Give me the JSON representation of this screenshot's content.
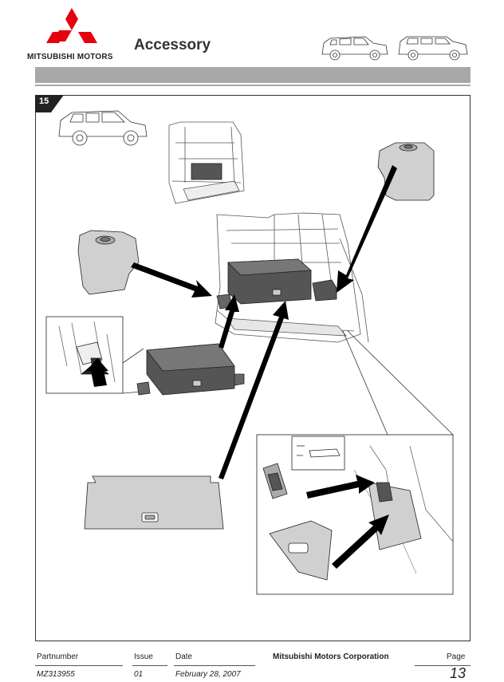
{
  "header": {
    "brand": "MITSUBISHI MOTORS",
    "title": "Accessory"
  },
  "step": {
    "number": "15"
  },
  "footer": {
    "partnumber_label": "Partnumber",
    "partnumber_value": "MZ313955",
    "issue_label": "Issue",
    "issue_value": "01",
    "date_label": "Date",
    "date_value": "February 28, 2007",
    "company": "Mitsubishi Motors Corporation",
    "page_label": "Page",
    "page_value": "13"
  }
}
